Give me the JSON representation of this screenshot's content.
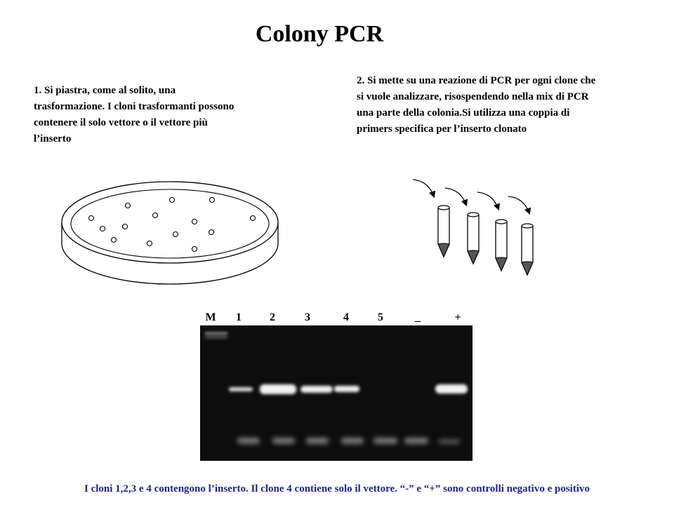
{
  "title": "Colony PCR",
  "step1": "1. Si piastra, come al solito, una trasformazione. I cloni trasformanti possono contenere il solo vettore o il vettore più l’inserto",
  "step2": "2. Si mette su una reazione di PCR per ogni clone che si vuole analizzare, risospendendo nella mix di PCR una parte della colonia.Si utilizza una coppia di primers specifica per l’inserto clonato",
  "gel": {
    "lanes": [
      "M",
      "1",
      "2",
      "3",
      "4",
      "5",
      "_",
      "+"
    ]
  },
  "caption": "I cloni 1,2,3 e 4 contengono l’inserto. Il clone 4 contiene solo il vettore. “-” e “+” sono controlli negativo e positivo",
  "colors": {
    "caption": "#1f1f8f",
    "gel_background": "#0d0d0d",
    "band": "#f2f2f2"
  }
}
